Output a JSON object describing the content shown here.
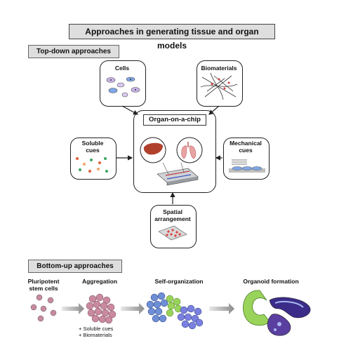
{
  "title": "Approaches in generating tissue and organ models",
  "top_down": {
    "label": "Top-down approaches",
    "center": "Organ-on-a-chip",
    "cells": "Cells",
    "biomaterials": "Biomaterials",
    "soluble_cues": "Soluble\ncues",
    "mechanical_cues": "Mechanical\ncues",
    "spatial_arrangement": "Spatial\narrangement"
  },
  "bottom_up": {
    "label": "Bottom-up approaches",
    "stages": [
      "Pluripotent\nstem cells",
      "Aggregation",
      "Self-organization",
      "Organoid formation"
    ],
    "aggregation_note": "+ Soluble cues\n+ Biomaterials"
  },
  "colors": {
    "box_fill": "#dedede",
    "arrow": "#333333",
    "cell_pink": "#c98aa0",
    "cell_blue": "#6e8fd6",
    "cell_green": "#9ad35a",
    "organoid_purple": "#5a3fa0"
  }
}
